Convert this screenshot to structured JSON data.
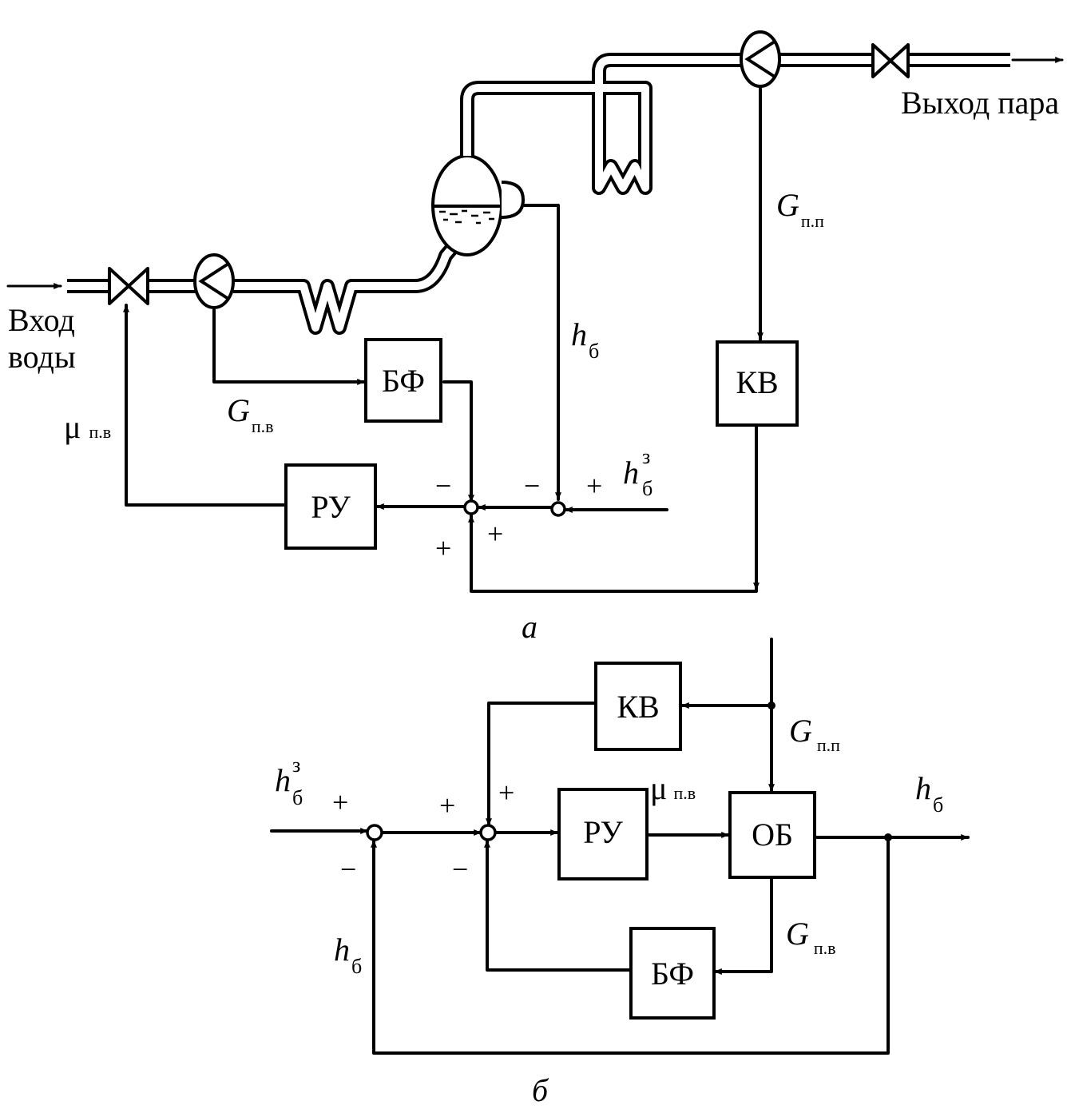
{
  "panel_a": {
    "caption": "а",
    "water_in_line1": "Вход",
    "water_in_line2": "воды",
    "steam_out": "Выход пара",
    "bf_label": "БФ",
    "kv_label": "КВ",
    "ru_label": "РУ",
    "g_pp": {
      "main": "G",
      "sub": "п.п"
    },
    "g_pv": {
      "main": "G",
      "sub": "п.в"
    },
    "mu_pv": {
      "main": "μ",
      "sub": "п.в"
    },
    "h_b": {
      "main": "h",
      "sub": "б"
    },
    "h_b_setpoint": {
      "main": "h",
      "sub": "б",
      "sup": "з"
    },
    "signs": {
      "bf_in": "−",
      "hb_in": "−",
      "setpoint_in": "+",
      "sum2_right": "+",
      "kv_in": "+"
    }
  },
  "panel_b": {
    "caption": "б",
    "kv_label": "КВ",
    "ru_label": "РУ",
    "ob_label": "ОБ",
    "bf_label": "БФ",
    "g_pp": {
      "main": "G",
      "sub": "п.п"
    },
    "g_pv": {
      "main": "G",
      "sub": "п.в"
    },
    "mu_pv": {
      "main": "μ",
      "sub": "п.в"
    },
    "h_b_out": {
      "main": "h",
      "sub": "б"
    },
    "h_b_feedback": {
      "main": "h",
      "sub": "б"
    },
    "h_b_setpoint": {
      "main": "h",
      "sub": "б",
      "sup": "з"
    },
    "signs": {
      "setpoint_in": "+",
      "feedback_in": "−",
      "sum1_out": "+",
      "kv_in": "+",
      "bf_in": "−"
    }
  }
}
